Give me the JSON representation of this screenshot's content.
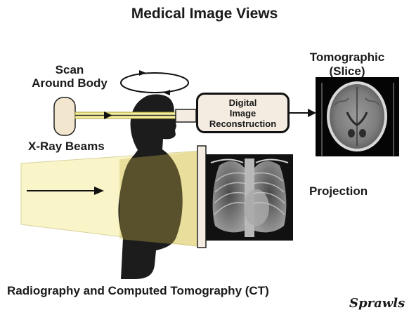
{
  "title": "Medical Image Views",
  "labels": {
    "scan": "Scan\nAround Body",
    "xray_beams": "X-Ray Beams",
    "tomographic": "Tomographic\n(Slice)",
    "projection": "Projection",
    "reconstruction": "Digital\nImage\nReconstruction"
  },
  "caption": "Radiography and Computed Tomography (CT)",
  "signature": "Sprawls",
  "colors": {
    "xray_tube": "#f3e6cf",
    "beam": "#f5ef9a",
    "fan_beam": "#faf5c8",
    "silhouette": "#1c1c1c",
    "recon_box": "#f4ece0"
  },
  "icons": [
    "rotation-arrow-icon",
    "xray-tube-icon",
    "human-silhouette-icon",
    "ct-brain-slice-icon",
    "chest-xray-icon"
  ]
}
